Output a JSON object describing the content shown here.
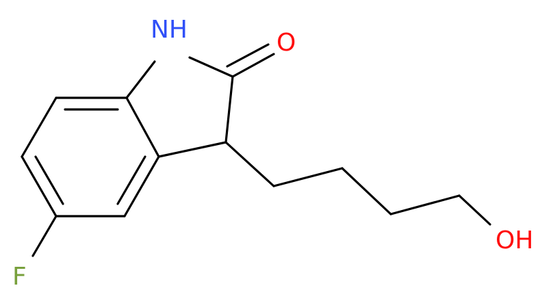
{
  "atoms": {
    "nh": {
      "text": "NH",
      "color": "#3050F8"
    },
    "o": {
      "text": "O",
      "color": "#FF0D0D"
    },
    "f": {
      "text": "F",
      "color": "#78A03C"
    },
    "oh": {
      "text": "OH",
      "color": "#FF0D0D"
    }
  },
  "bond_color": "#000000"
}
